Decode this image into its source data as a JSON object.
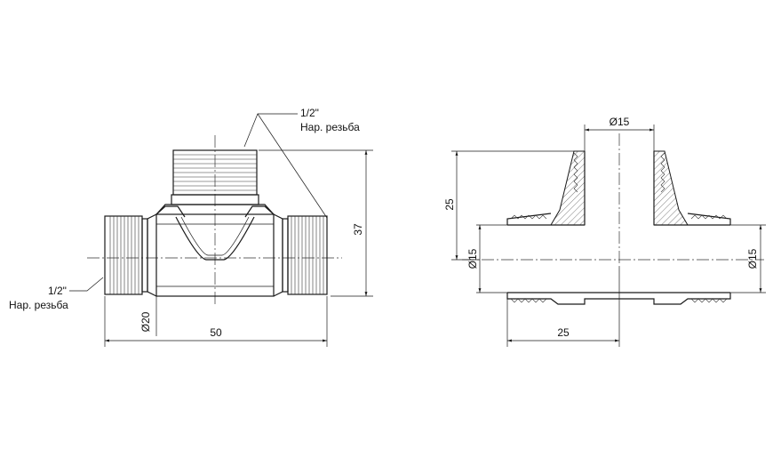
{
  "left_view": {
    "top_thread_note": {
      "size": "1/2\"",
      "type": "Нар. резьба"
    },
    "left_thread_note": {
      "size": "1/2\"",
      "type": "Нар. резьба"
    },
    "dim_height": "37",
    "dim_length": "50",
    "dim_diameter": "Ø20"
  },
  "right_view": {
    "dim_top_bore": "Ø15",
    "dim_branch_height": "25",
    "dim_left_bore": "Ø15",
    "dim_right_bore": "Ø15",
    "dim_half_length": "25"
  }
}
